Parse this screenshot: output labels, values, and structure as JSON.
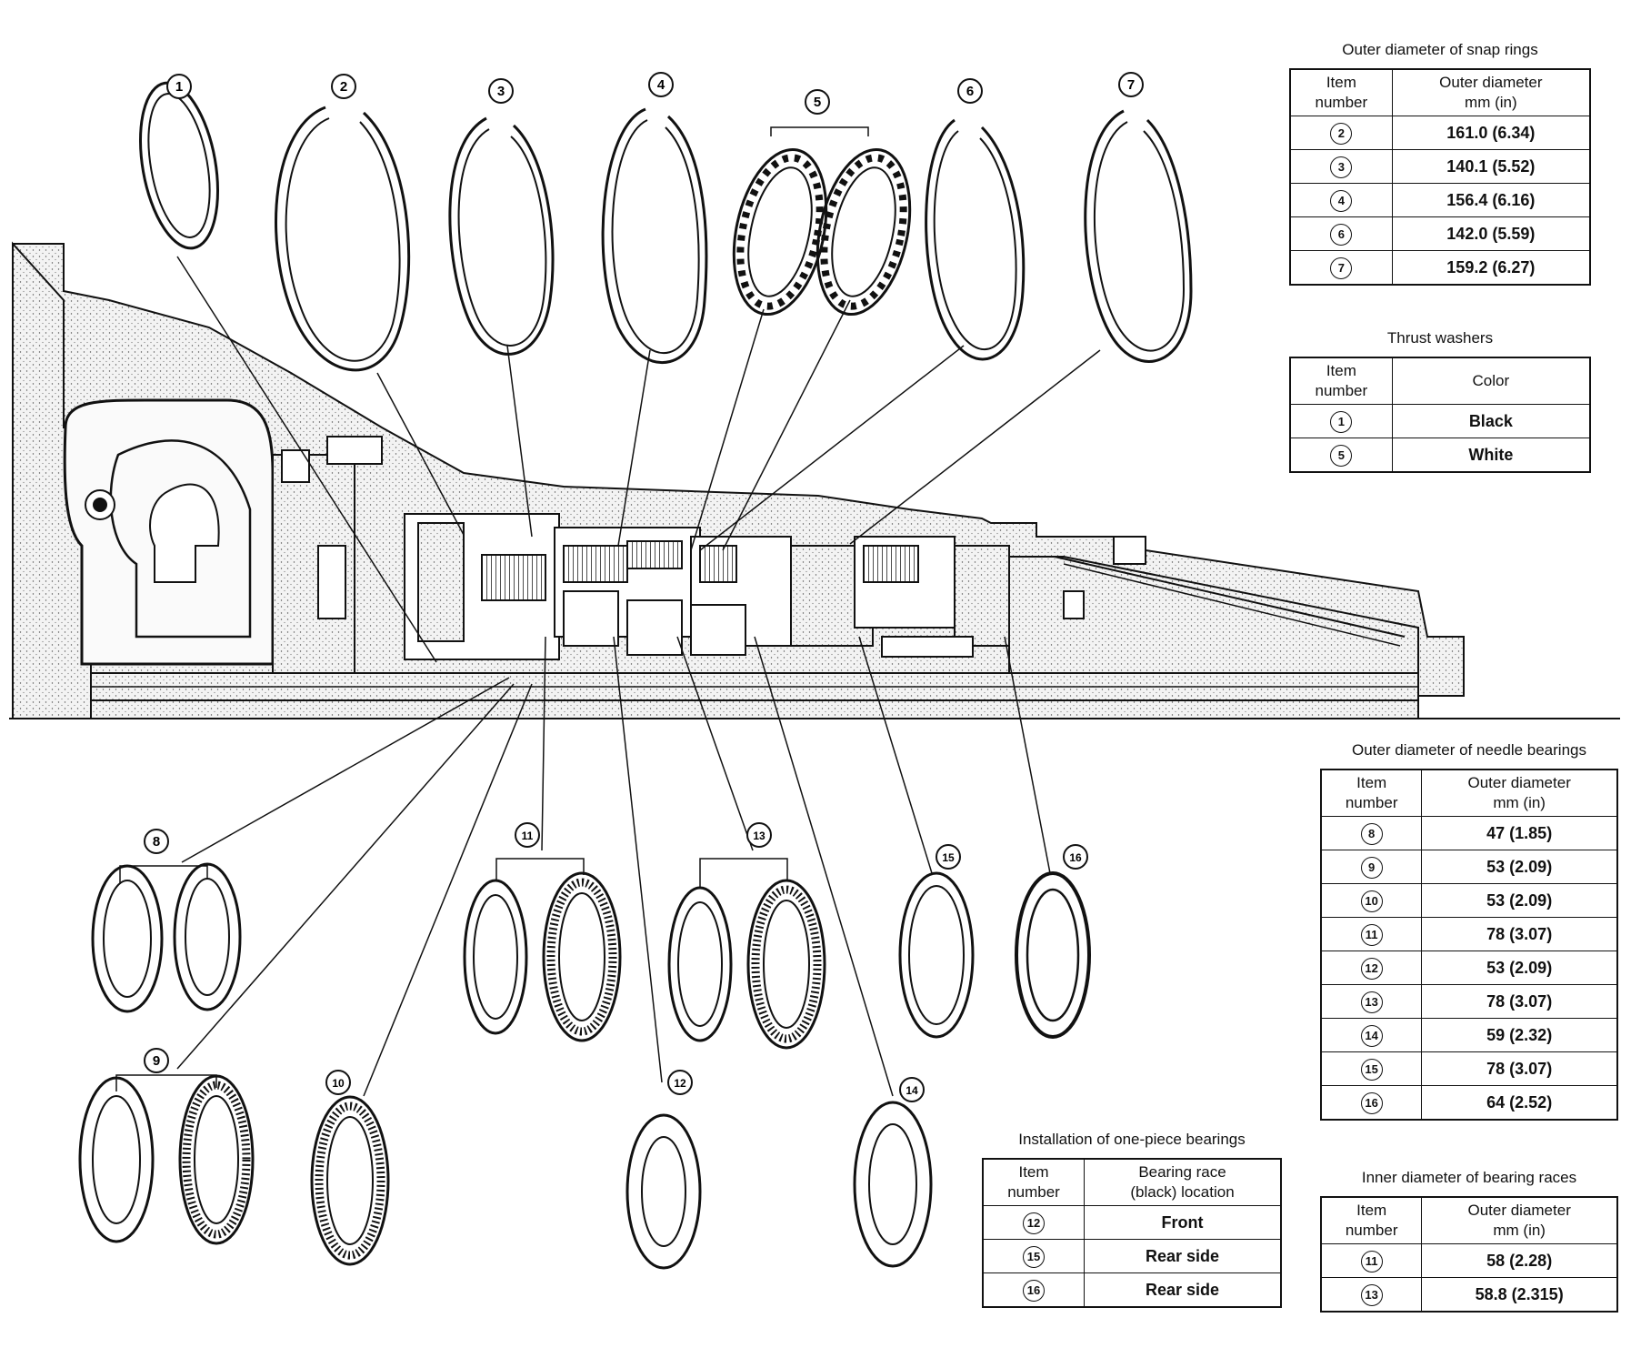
{
  "callouts": [
    "1",
    "2",
    "3",
    "4",
    "5",
    "6",
    "7",
    "8",
    "9",
    "10",
    "11",
    "12",
    "13",
    "14",
    "15",
    "16"
  ],
  "tables": {
    "snap_rings": {
      "title": "Outer diameter of snap rings",
      "header": [
        "Item\nnumber",
        "Outer diameter\nmm (in)"
      ],
      "rows": [
        {
          "item": "2",
          "value": "161.0 (6.34)"
        },
        {
          "item": "3",
          "value": "140.1 (5.52)"
        },
        {
          "item": "4",
          "value": "156.4 (6.16)"
        },
        {
          "item": "6",
          "value": "142.0 (5.59)"
        },
        {
          "item": "7",
          "value": "159.2 (6.27)"
        }
      ]
    },
    "thrust_washers": {
      "title": "Thrust washers",
      "header": [
        "Item\nnumber",
        "Color"
      ],
      "rows": [
        {
          "item": "1",
          "value": "Black"
        },
        {
          "item": "5",
          "value": "White"
        }
      ]
    },
    "needle_bearings": {
      "title": "Outer diameter of needle bearings",
      "header": [
        "Item\nnumber",
        "Outer diameter\nmm (in)"
      ],
      "rows": [
        {
          "item": "8",
          "value": "47 (1.85)"
        },
        {
          "item": "9",
          "value": "53 (2.09)"
        },
        {
          "item": "10",
          "value": "53 (2.09)"
        },
        {
          "item": "11",
          "value": "78 (3.07)"
        },
        {
          "item": "12",
          "value": "53 (2.09)"
        },
        {
          "item": "13",
          "value": "78 (3.07)"
        },
        {
          "item": "14",
          "value": "59 (2.32)"
        },
        {
          "item": "15",
          "value": "78 (3.07)"
        },
        {
          "item": "16",
          "value": "64 (2.52)"
        }
      ]
    },
    "one_piece": {
      "title": "Installation of one-piece bearings",
      "header": [
        "Item\nnumber",
        "Bearing race\n(black) location"
      ],
      "rows": [
        {
          "item": "12",
          "value": "Front"
        },
        {
          "item": "15",
          "value": "Rear side"
        },
        {
          "item": "16",
          "value": "Rear side"
        }
      ]
    },
    "bearing_races": {
      "title": "Inner diameter of bearing races",
      "header": [
        "Item\nnumber",
        "Outer diameter\nmm (in)"
      ],
      "rows": [
        {
          "item": "11",
          "value": "58 (2.28)"
        },
        {
          "item": "13",
          "value": "58.8 (2.315)"
        }
      ]
    }
  }
}
